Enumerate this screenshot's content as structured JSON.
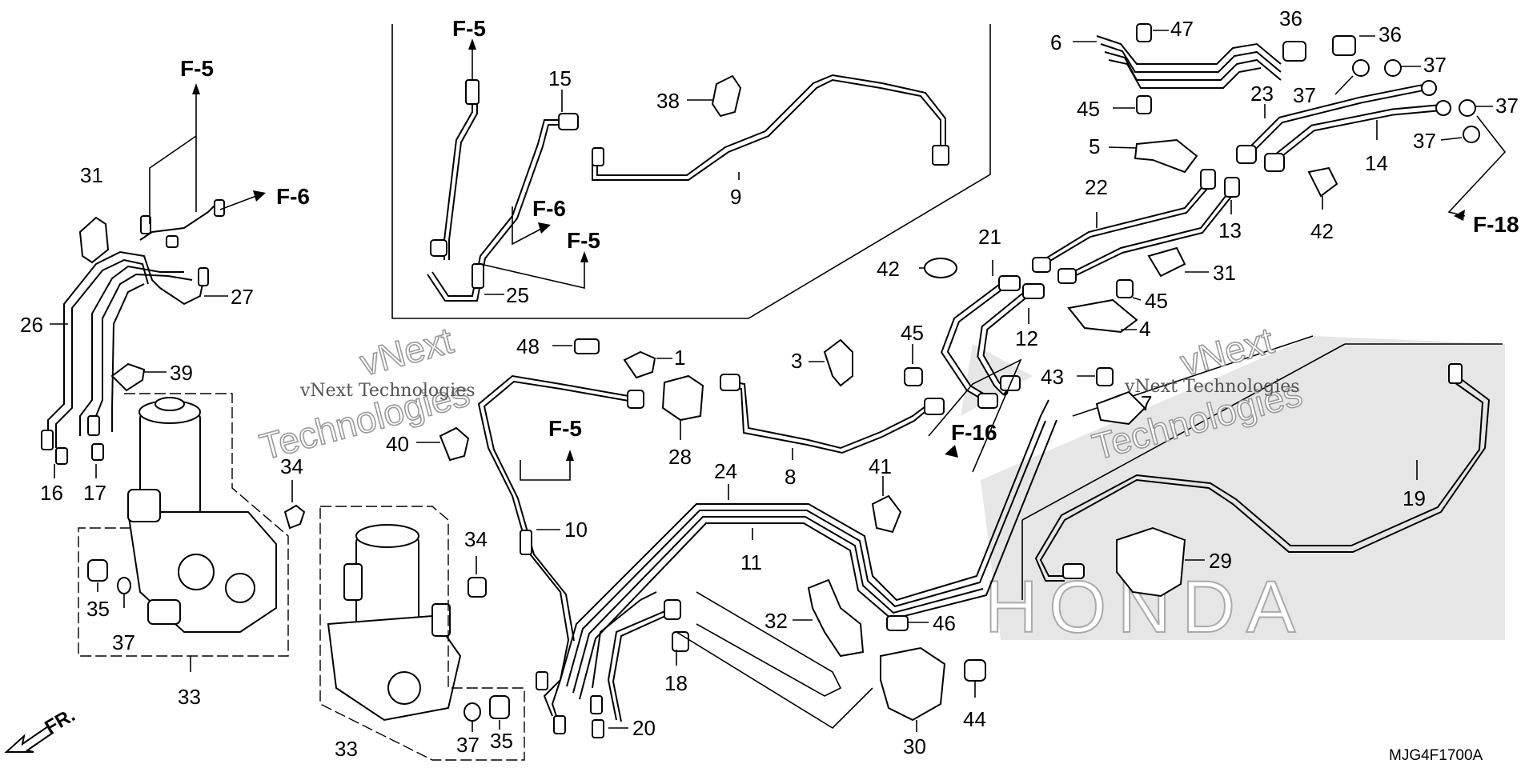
{
  "diagram_code": "MJG4F1700A",
  "watermark": {
    "line1": "vNext",
    "line2": "Technologies",
    "full": "vNext Technologies"
  },
  "brand_text": "HONDA",
  "front_marker": "FR.",
  "refs": {
    "f5": "F-5",
    "f6": "F-6",
    "f16": "F-16",
    "f18": "F-18"
  },
  "callouts": [
    "1",
    "3",
    "4",
    "5",
    "6",
    "7",
    "8",
    "9",
    "10",
    "11",
    "12",
    "13",
    "14",
    "15",
    "16",
    "17",
    "18",
    "19",
    "20",
    "21",
    "22",
    "23",
    "24",
    "25",
    "26",
    "27",
    "28",
    "29",
    "30",
    "31",
    "32",
    "33",
    "34",
    "35",
    "36",
    "37",
    "38",
    "39",
    "40",
    "41",
    "42",
    "43",
    "44",
    "45",
    "46",
    "47",
    "48"
  ]
}
